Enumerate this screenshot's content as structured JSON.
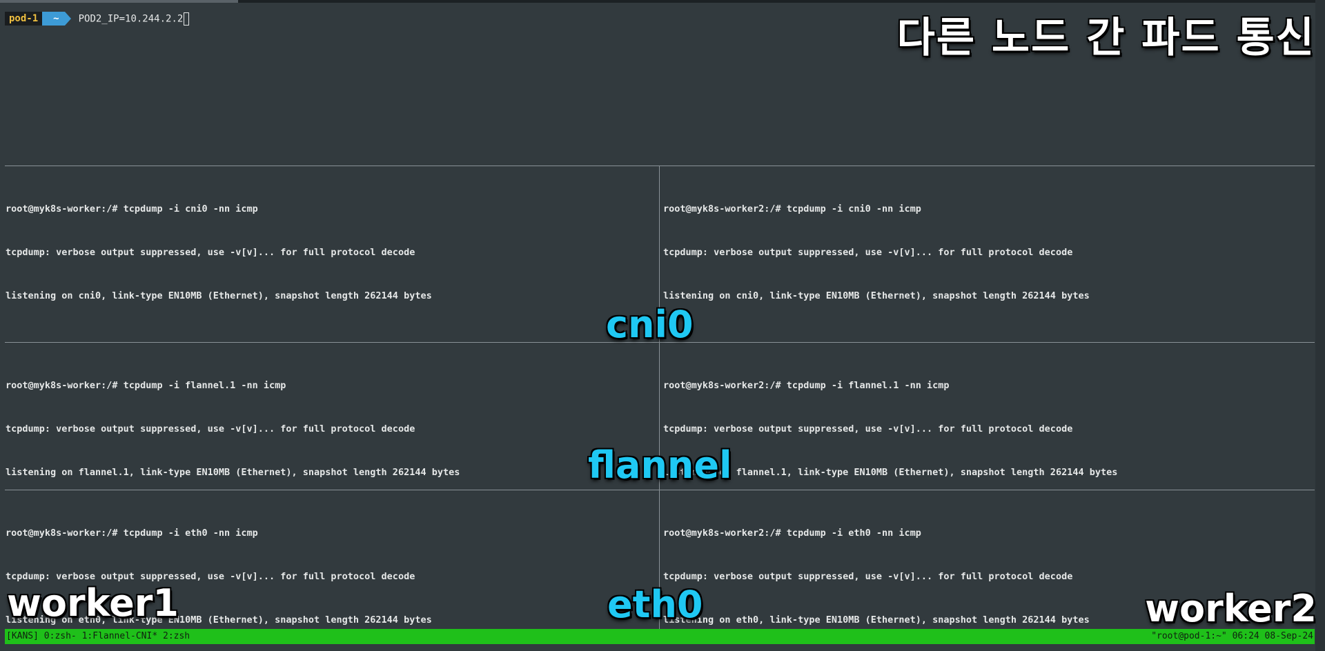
{
  "overlay": {
    "title": "다른 노드 간 파드 통신",
    "label_cni0": "cni0",
    "label_flannel": "flannel",
    "label_eth0": "eth0",
    "label_worker1": "worker1",
    "label_worker2": "worker2"
  },
  "top_pane": {
    "prompt_host": "pod-1",
    "prompt_dir": "~",
    "command": "POD2_IP=10.244.2.2"
  },
  "panes": {
    "cni0_left": [
      "root@myk8s-worker:/# tcpdump -i cni0 -nn icmp",
      "tcpdump: verbose output suppressed, use -v[v]... for full protocol decode",
      "listening on cni0, link-type EN10MB (Ethernet), snapshot length 262144 bytes"
    ],
    "cni0_right": [
      "root@myk8s-worker2:/# tcpdump -i cni0 -nn icmp",
      "tcpdump: verbose output suppressed, use -v[v]... for full protocol decode",
      "listening on cni0, link-type EN10MB (Ethernet), snapshot length 262144 bytes"
    ],
    "flannel_left": [
      "root@myk8s-worker:/# tcpdump -i flannel.1 -nn icmp",
      "tcpdump: verbose output suppressed, use -v[v]... for full protocol decode",
      "listening on flannel.1, link-type EN10MB (Ethernet), snapshot length 262144 bytes"
    ],
    "flannel_right": [
      "root@myk8s-worker2:/# tcpdump -i flannel.1 -nn icmp",
      "tcpdump: verbose output suppressed, use -v[v]... for full protocol decode",
      "listening on flannel.1, link-type EN10MB (Ethernet), snapshot length 262144 bytes"
    ],
    "eth0_left": [
      "root@myk8s-worker:/# tcpdump -i eth0 -nn icmp",
      "tcpdump: verbose output suppressed, use -v[v]... for full protocol decode",
      "listening on eth0, link-type EN10MB (Ethernet), snapshot length 262144 bytes"
    ],
    "eth0_right": [
      "root@myk8s-worker2:/# tcpdump -i eth0 -nn icmp",
      "tcpdump: verbose output suppressed, use -v[v]... for full protocol decode",
      "listening on eth0, link-type EN10MB (Ethernet), snapshot length 262144 bytes"
    ]
  },
  "statusbar": {
    "session": "[KANS]",
    "windows": [
      "0:zsh-",
      "1:Flannel-CNI*",
      "2:zsh"
    ],
    "right": "\"root@pod-1:~\" 06:24 08-Sep-24"
  },
  "colors": {
    "background": "#323a3e",
    "status_bar": "#1fc01a",
    "label_cyan": "#1fc8f3",
    "prompt_dir": "#3d9bd6",
    "prompt_host": "#f0c040"
  }
}
